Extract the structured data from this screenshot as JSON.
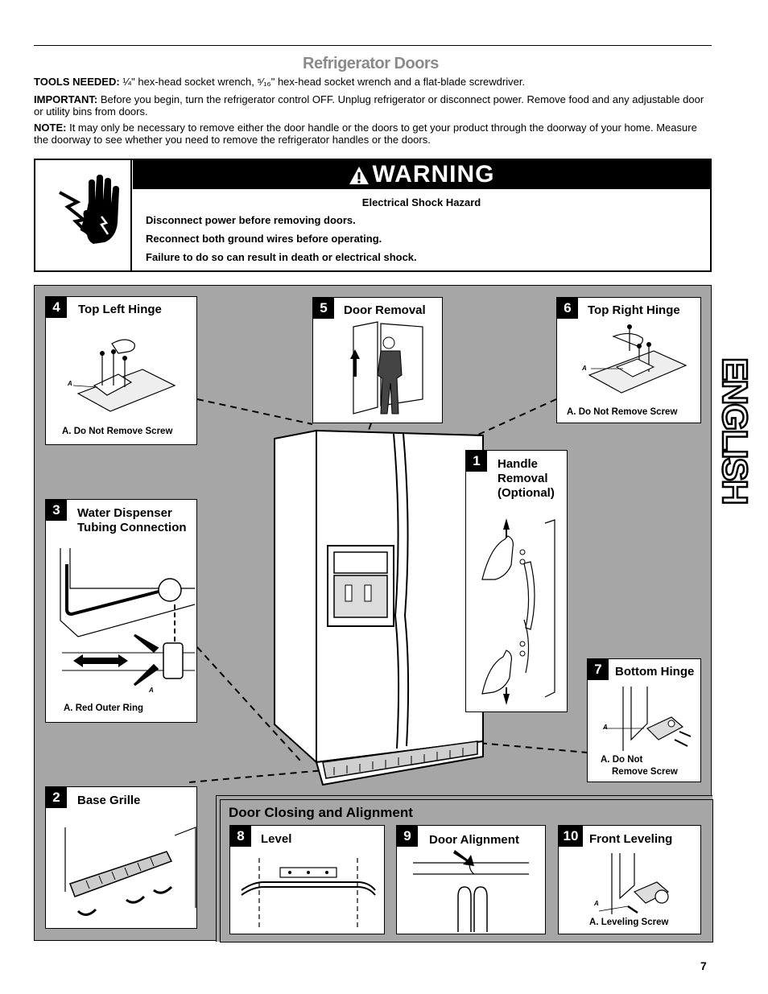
{
  "header": {
    "section_title": "Refrigerator Doors"
  },
  "intro": {
    "tools_label": "TOOLS NEEDED:",
    "tools_text_1": "¼\" hex-head socket wrench, ",
    "tools_frac": "⁵⁄₁₆",
    "tools_text_2": "\" hex-head socket wrench and a flat-blade screwdriver.",
    "important_label": "IMPORTANT:",
    "important_text": "Before you begin, turn the refrigerator control OFF. Unplug refrigerator or disconnect power. Remove food and any adjustable door or utility bins from doors.",
    "note_label": "NOTE:",
    "note_text": "It may only be necessary to remove either the door handle or the doors to get your product through the doorway of your home. Measure the doorway to see whether you need to remove the refrigerator handles or the doors."
  },
  "warning": {
    "header": "WARNING",
    "hazard": "Electrical Shock Hazard",
    "lines": [
      "Disconnect power before removing doors.",
      "Reconnect both ground wires before operating.",
      "Failure to do so can result in death or electrical shock."
    ],
    "icon": "electrical-shock-hand-icon"
  },
  "steps": {
    "s1": {
      "num": "1",
      "title_l1": "Handle",
      "title_l2": "Removal",
      "title_l3": "(Optional)"
    },
    "s2": {
      "num": "2",
      "title": "Base Grille"
    },
    "s3": {
      "num": "3",
      "title_l1": "Water Dispenser",
      "title_l2": "Tubing Connection",
      "label_a": "A",
      "caption": "A. Red Outer Ring"
    },
    "s4": {
      "num": "4",
      "title": "Top Left Hinge",
      "label_a": "A",
      "caption": "A. Do Not Remove Screw"
    },
    "s5": {
      "num": "5",
      "title": "Door Removal"
    },
    "s6": {
      "num": "6",
      "title": "Top Right Hinge",
      "label_a": "A",
      "caption": "A. Do Not Remove Screw"
    },
    "s7": {
      "num": "7",
      "title": "Bottom Hinge",
      "label_a": "A",
      "caption_l1": "A. Do Not",
      "caption_l2": "Remove Screw"
    },
    "s8": {
      "num": "8",
      "title": "Level"
    },
    "s9": {
      "num": "9",
      "title": "Door Alignment"
    },
    "s10": {
      "num": "10",
      "title": "Front Leveling",
      "label_a": "A",
      "caption": "A. Leveling Screw"
    }
  },
  "closing": {
    "title": "Door Closing and Alignment"
  },
  "side_tab": "ENGLISH",
  "page_number": "7"
}
